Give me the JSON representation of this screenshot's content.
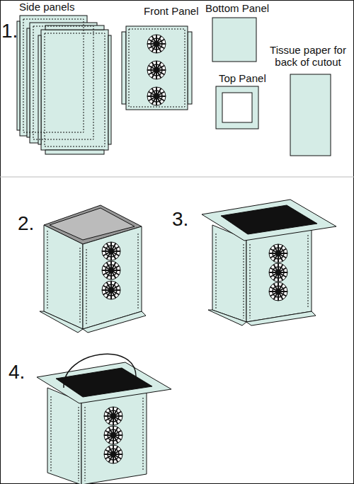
{
  "diagram": {
    "labels": [
      "1.",
      "Side panels",
      "Front Panel",
      "Bottom Panel",
      "Top Panel",
      "Tissue paper for back of cutout",
      "2.",
      "3.",
      "4."
    ]
  }
}
